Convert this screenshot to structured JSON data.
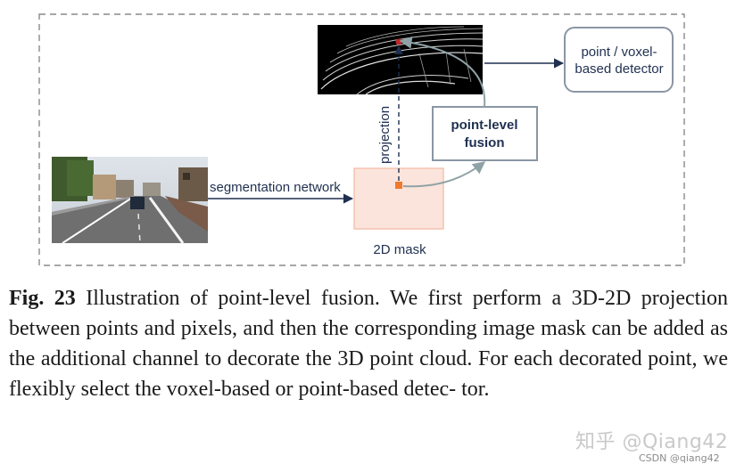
{
  "diagram": {
    "detector_label": [
      "point / voxel-",
      "based detector"
    ],
    "fusion_label": [
      "point-level",
      "fusion"
    ],
    "projection_label": "projection",
    "segmentation_label": "segmentation network",
    "mask_label": "2D mask"
  },
  "caption": {
    "fig_label": "Fig. 23",
    "text": "Illustration of point-level fusion. We first perform a 3D-2D projection between points and pixels, and then the corresponding image mask can be added as the additional channel to decorate the 3D point cloud. For each decorated point, we flexibly select the voxel-based or point-based detec- tor."
  },
  "watermark": {
    "main": "知乎 @Qiang42",
    "sub": "CSDN @qiang42"
  },
  "colors": {
    "box_border": "#7f8c9a",
    "text_navy": "#1f3050",
    "mask_fill": "#fbe4dc",
    "mask_border": "#f3b8a4",
    "marker_orange": "#f07a2a",
    "marker_red": "#c0282a"
  }
}
